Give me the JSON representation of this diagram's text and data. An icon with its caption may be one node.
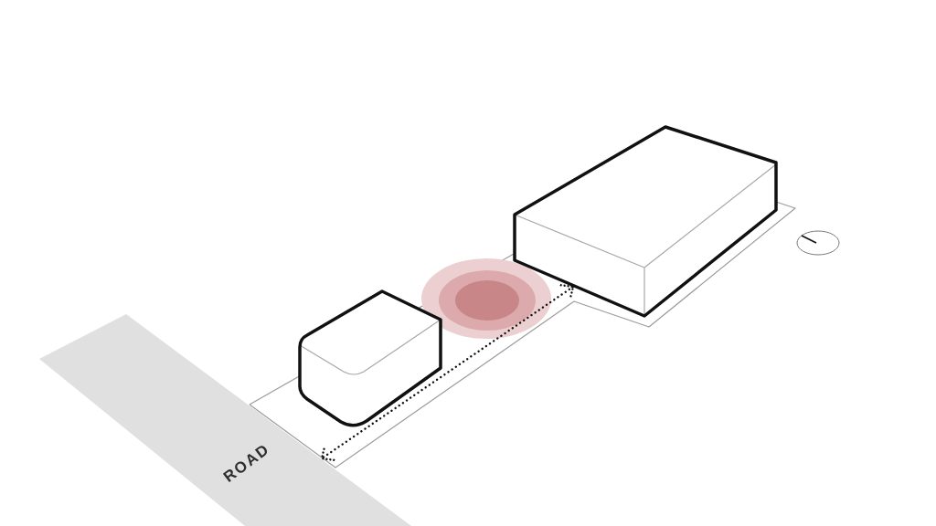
{
  "diagram": {
    "nodes": [
      {
        "text": [],
        "shape": "box"
      },
      {
        "text": [],
        "shape": "box"
      },
      {
        "text": [
          "ROAD"
        ]
      }
    ],
    "edges": [
      {
        "from": 0,
        "to": 2,
        "arrow": "both",
        "style": "dashed"
      }
    ]
  }
}
